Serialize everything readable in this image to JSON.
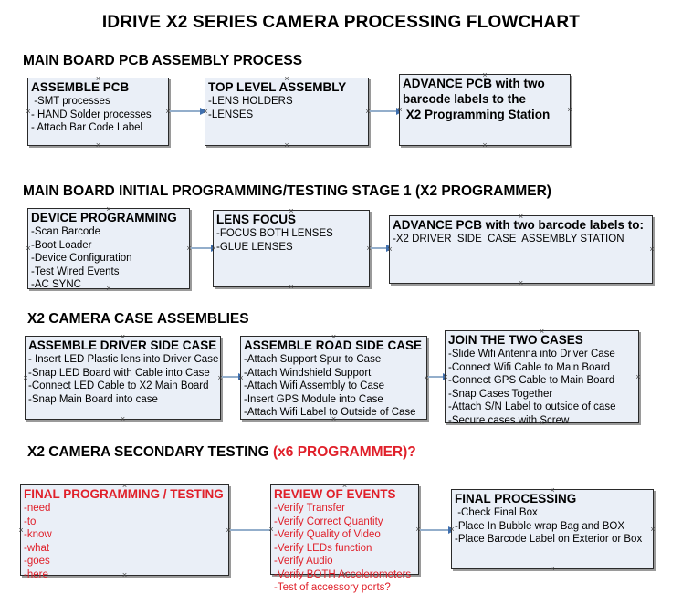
{
  "document": {
    "title": "IDRIVE X2  SERIES CAMERA PROCESSING FLOWCHART"
  },
  "sections": [
    {
      "id": "main-board-pcb-assembly",
      "heading": "MAIN BOARD PCB ASSEMBLY PROCESS",
      "heading_accent": "",
      "boxes": [
        {
          "id": "assemble-pcb",
          "title": "ASSEMBLE PCB",
          "lines": [
            " -SMT processes",
            "- HAND Solder processes",
            "- Attach Bar Code Label"
          ],
          "color": "black"
        },
        {
          "id": "top-level-assembly",
          "title": "TOP LEVEL ASSEMBLY",
          "lines": [
            "-LENS HOLDERS",
            "-LENSES"
          ],
          "color": "black"
        },
        {
          "id": "advance-pcb-to-x2-programming-station",
          "title": "ADVANCE PCB with two",
          "lines": [
            "barcode labels to the",
            " X2 Programming Station"
          ],
          "color": "black"
        }
      ]
    },
    {
      "id": "main-board-initial-programming",
      "heading": "MAIN BOARD INITIAL PROGRAMMING/TESTING STAGE 1 (X2 PROGRAMMER)",
      "heading_accent": "",
      "boxes": [
        {
          "id": "device-programming",
          "title": "DEVICE PROGRAMMING",
          "lines": [
            "-Scan Barcode",
            "-Boot Loader",
            "-Device Configuration",
            "-Test Wired Events",
            "-AC SYNC"
          ],
          "color": "black"
        },
        {
          "id": "lens-focus",
          "title": "LENS FOCUS",
          "lines": [
            "-FOCUS BOTH LENSES",
            "-GLUE LENSES"
          ],
          "color": "black"
        },
        {
          "id": "advance-pcb-to-driver-side-case-station",
          "title": "ADVANCE PCB with two barcode labels to:",
          "lines": [
            "-X2 DRIVER  SIDE  CASE  ASSEMBLY STATION"
          ],
          "color": "black"
        }
      ]
    },
    {
      "id": "x2-camera-case-assemblies",
      "heading": "X2 CAMERA CASE ASSEMBLIES",
      "heading_accent": "",
      "boxes": [
        {
          "id": "assemble-driver-side-case",
          "title": "ASSEMBLE DRIVER SIDE CASE",
          "lines": [
            "- Insert LED Plastic lens into Driver Case",
            "-Snap LED Board with Cable into Case",
            "-Connect LED Cable to X2 Main Board",
            "-Snap Main Board into case"
          ],
          "color": "black"
        },
        {
          "id": "assemble-road-side-case",
          "title": "ASSEMBLE ROAD SIDE CASE",
          "lines": [
            "-Attach Support Spur to Case",
            "-Attach Windshield Support",
            "-Attach Wifi Assembly to Case",
            "-Insert GPS Module into Case",
            "-Attach Wifi Label to Outside of Case"
          ],
          "color": "black"
        },
        {
          "id": "join-the-two-cases",
          "title": "JOIN THE TWO CASES",
          "lines": [
            "-Slide Wifi Antenna into Driver Case",
            "-Connect Wifi Cable to Main Board",
            "-Connect GPS Cable to Main Board",
            "-Snap Cases Together",
            "-Attach S/N Label to outside of case",
            "-Secure cases with Screw"
          ],
          "color": "black"
        }
      ]
    },
    {
      "id": "x2-camera-secondary-testing",
      "heading": "X2 CAMERA SECONDARY TESTING ",
      "heading_accent": "(x6 PROGRAMMER)?",
      "boxes": [
        {
          "id": "final-programming-testing",
          "title": "FINAL PROGRAMMING / TESTING",
          "lines": [
            "-need",
            "-to",
            "-know",
            "-what",
            "-goes",
            "-here"
          ],
          "color": "red"
        },
        {
          "id": "review-of-events",
          "title": "REVIEW OF EVENTS",
          "lines": [
            "-Verify Transfer",
            "-Verify Correct Quantity",
            "-Verify Quality of Video",
            "-Verify LEDs function",
            "-Verify Audio",
            "-Verify BOTH Accelerometers",
            "-Test of accessory ports?"
          ],
          "color": "red"
        },
        {
          "id": "final-processing",
          "title": "FINAL PROCESSING",
          "lines": [
            " -Check Final Box",
            "-Place In Bubble wrap Bag and BOX",
            "-Place Barcode Label on Exterior or Box"
          ],
          "color": "black"
        }
      ]
    }
  ],
  "colors": {
    "box_fill": "#eaeff7",
    "box_border": "#2a2a2a",
    "accent_red": "#e0202a",
    "arrow_line": "#93aecb",
    "arrow_head": "#3f6fae"
  }
}
